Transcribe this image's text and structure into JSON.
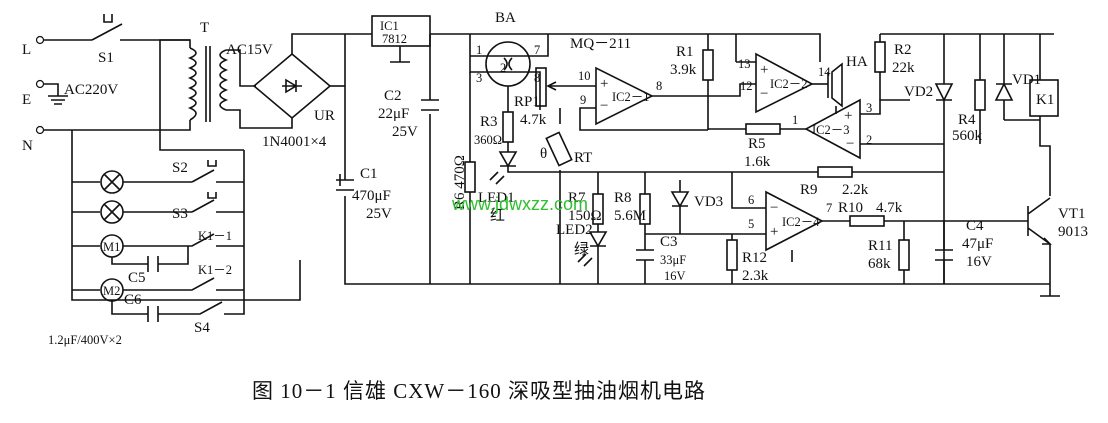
{
  "caption": "图 10－1   信雄 CXW－160 深吸型抽油烟机电路",
  "watermark": "www.jdwxzz.com",
  "colors": {
    "ink": "#111111",
    "watermark": "#2fbf2f",
    "background": "#ffffff"
  },
  "mains": {
    "L": "L",
    "E": "E",
    "N": "N",
    "supply": "AC220V"
  },
  "labels": {
    "S1": "S1",
    "T": "T",
    "transformer_out": "AC15V",
    "UR": "UR",
    "bridge": "1N4001×4",
    "IC1": "IC1",
    "IC1_part": "7812",
    "C1": "C1",
    "C1_val": "470μF",
    "C1_v": "25V",
    "C2": "C2",
    "C2_val": "22μF",
    "C2_v": "25V",
    "BA": "BA",
    "BA_part": "MQ－211",
    "pin1": "1",
    "pin2": "2",
    "pin3": "3",
    "pin7": "7",
    "pin8": "8",
    "RP1": "RP1",
    "RP1_val": "4.7k",
    "R3": "R3",
    "R3_val": "360Ω",
    "R6": "R6 470Ω",
    "RT": "RT",
    "theta": "θ",
    "LED1": "LED1",
    "LED1_color": "红",
    "LED2": "LED2",
    "LED2_color": "绿",
    "R7": "R7",
    "R7_val": "150Ω",
    "R8": "R8",
    "R8_val": "5.6M",
    "C3": "C3",
    "C3_val": "33μF",
    "C3_v": "16V",
    "VD3": "VD3",
    "R1": "R1",
    "R1_val": "3.9k",
    "IC2_1": "IC2－1",
    "IC2_1_p10": "10",
    "IC2_1_p9": "9",
    "IC2_1_p8": "8",
    "IC2_2": "IC2－2",
    "IC2_2_p13": "13",
    "IC2_2_p12": "12",
    "IC2_2_p14": "14",
    "HA": "HA",
    "IC2_3": "IC2－3",
    "IC2_3_p3": "3",
    "IC2_3_p1": "1",
    "IC2_3_p2": "2",
    "R5": "R5",
    "R5_val": "1.6k",
    "R2": "R2",
    "R2_val": "22k",
    "R4": "R4",
    "R4_val": "560k",
    "VD1": "VD1",
    "VD2": "VD2",
    "K1": "K1",
    "R9": "R9",
    "R9_val": "2.2k",
    "IC2_4": "IC2－4",
    "IC2_4_p6": "6",
    "IC2_4_p5": "5",
    "IC2_4_p7": "7",
    "R10": "R10",
    "R10_val": "4.7k",
    "R11": "R11",
    "R11_val": "68k",
    "R12": "R12",
    "R12_val": "2.3k",
    "C4": "C4",
    "C4_val": "47μF",
    "C4_v": "16V",
    "VT1": "VT1",
    "VT1_part": "9013",
    "S2": "S2",
    "S3": "S3",
    "S4": "S4",
    "M1": "M1",
    "M2": "M2",
    "K1_1": "K1－1",
    "K1_2": "K1－2",
    "C5": "C5",
    "C6": "C6",
    "C56_val": "1.2μF/400V×2"
  }
}
